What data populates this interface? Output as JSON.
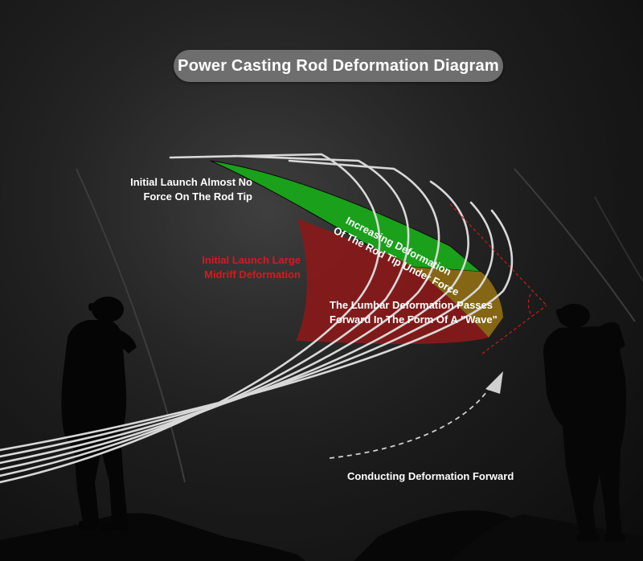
{
  "title": "Power Casting Rod Deformation Diagram",
  "labels": {
    "tip_initial": [
      "Initial Launch Almost No",
      "Force On The Rod Tip"
    ],
    "midriff": [
      "Initial Launch Large",
      "Midriff Deformation"
    ],
    "tip_increasing": [
      "Increasing Deformation",
      "Of The Rod Tip Under Force"
    ],
    "lumbar": [
      "The Lumbar Deformation Passes",
      "Forward In The Form Of A \"Wave\""
    ],
    "conducting": "Conducting Deformation Forward"
  },
  "colors": {
    "background": "#1e1e1e",
    "title_pill": "#6e6e6e",
    "tip_zone": "#1aa01a",
    "midriff_zone": "#8b1a1a",
    "transition_zone": "#8a6a14",
    "rod_lines": "#d8d8d8",
    "red_text": "#e0141e",
    "angle_lines": "#d01818",
    "arrow": "#d0d0d0"
  },
  "rod_curve_count": 6
}
